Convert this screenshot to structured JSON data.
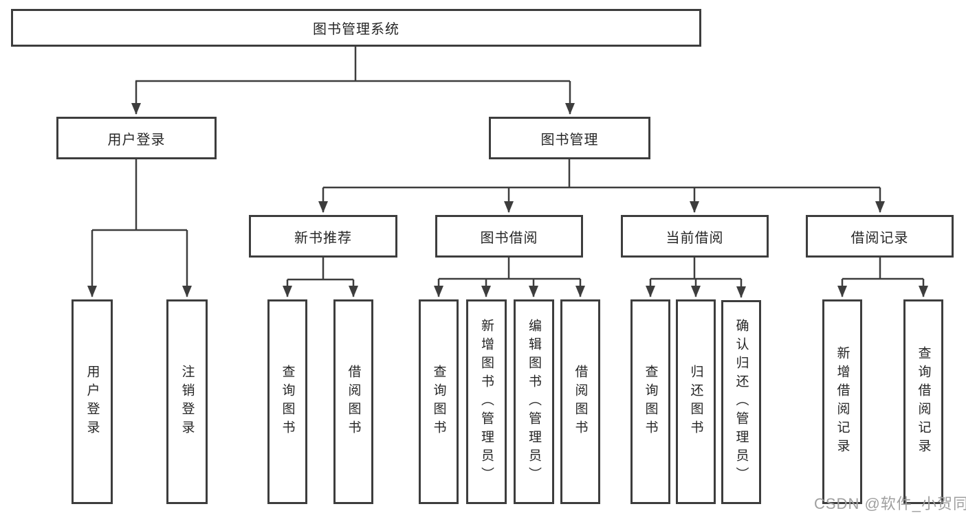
{
  "colors": {
    "line": "#3d3d3d",
    "box_border": "#3d3d3d",
    "text": "#262626",
    "watermark": "#9f9f9f",
    "background": "#ffffff"
  },
  "watermark": {
    "text": "CSDN @软件_小贺同学"
  },
  "diagram": {
    "root": {
      "label": "图书管理系统"
    },
    "branches": [
      {
        "label": "用户登录",
        "children": [
          {
            "label": "用户登录"
          },
          {
            "label": "注销登录"
          }
        ]
      },
      {
        "label": "图书管理",
        "groups": [
          {
            "label": "新书推荐",
            "children": [
              {
                "label": "查询图书"
              },
              {
                "label": "借阅图书"
              }
            ]
          },
          {
            "label": "图书借阅",
            "children": [
              {
                "label": "查询图书"
              },
              {
                "label": "新增图书（管理员）"
              },
              {
                "label": "编辑图书（管理员）"
              },
              {
                "label": "借阅图书"
              }
            ]
          },
          {
            "label": "当前借阅",
            "children": [
              {
                "label": "查询图书"
              },
              {
                "label": "归还图书"
              },
              {
                "label": "确认归还（管理员）"
              }
            ]
          },
          {
            "label": "借阅记录",
            "children": [
              {
                "label": "新增借阅记录"
              },
              {
                "label": "查询借阅记录"
              }
            ]
          }
        ]
      }
    ]
  }
}
